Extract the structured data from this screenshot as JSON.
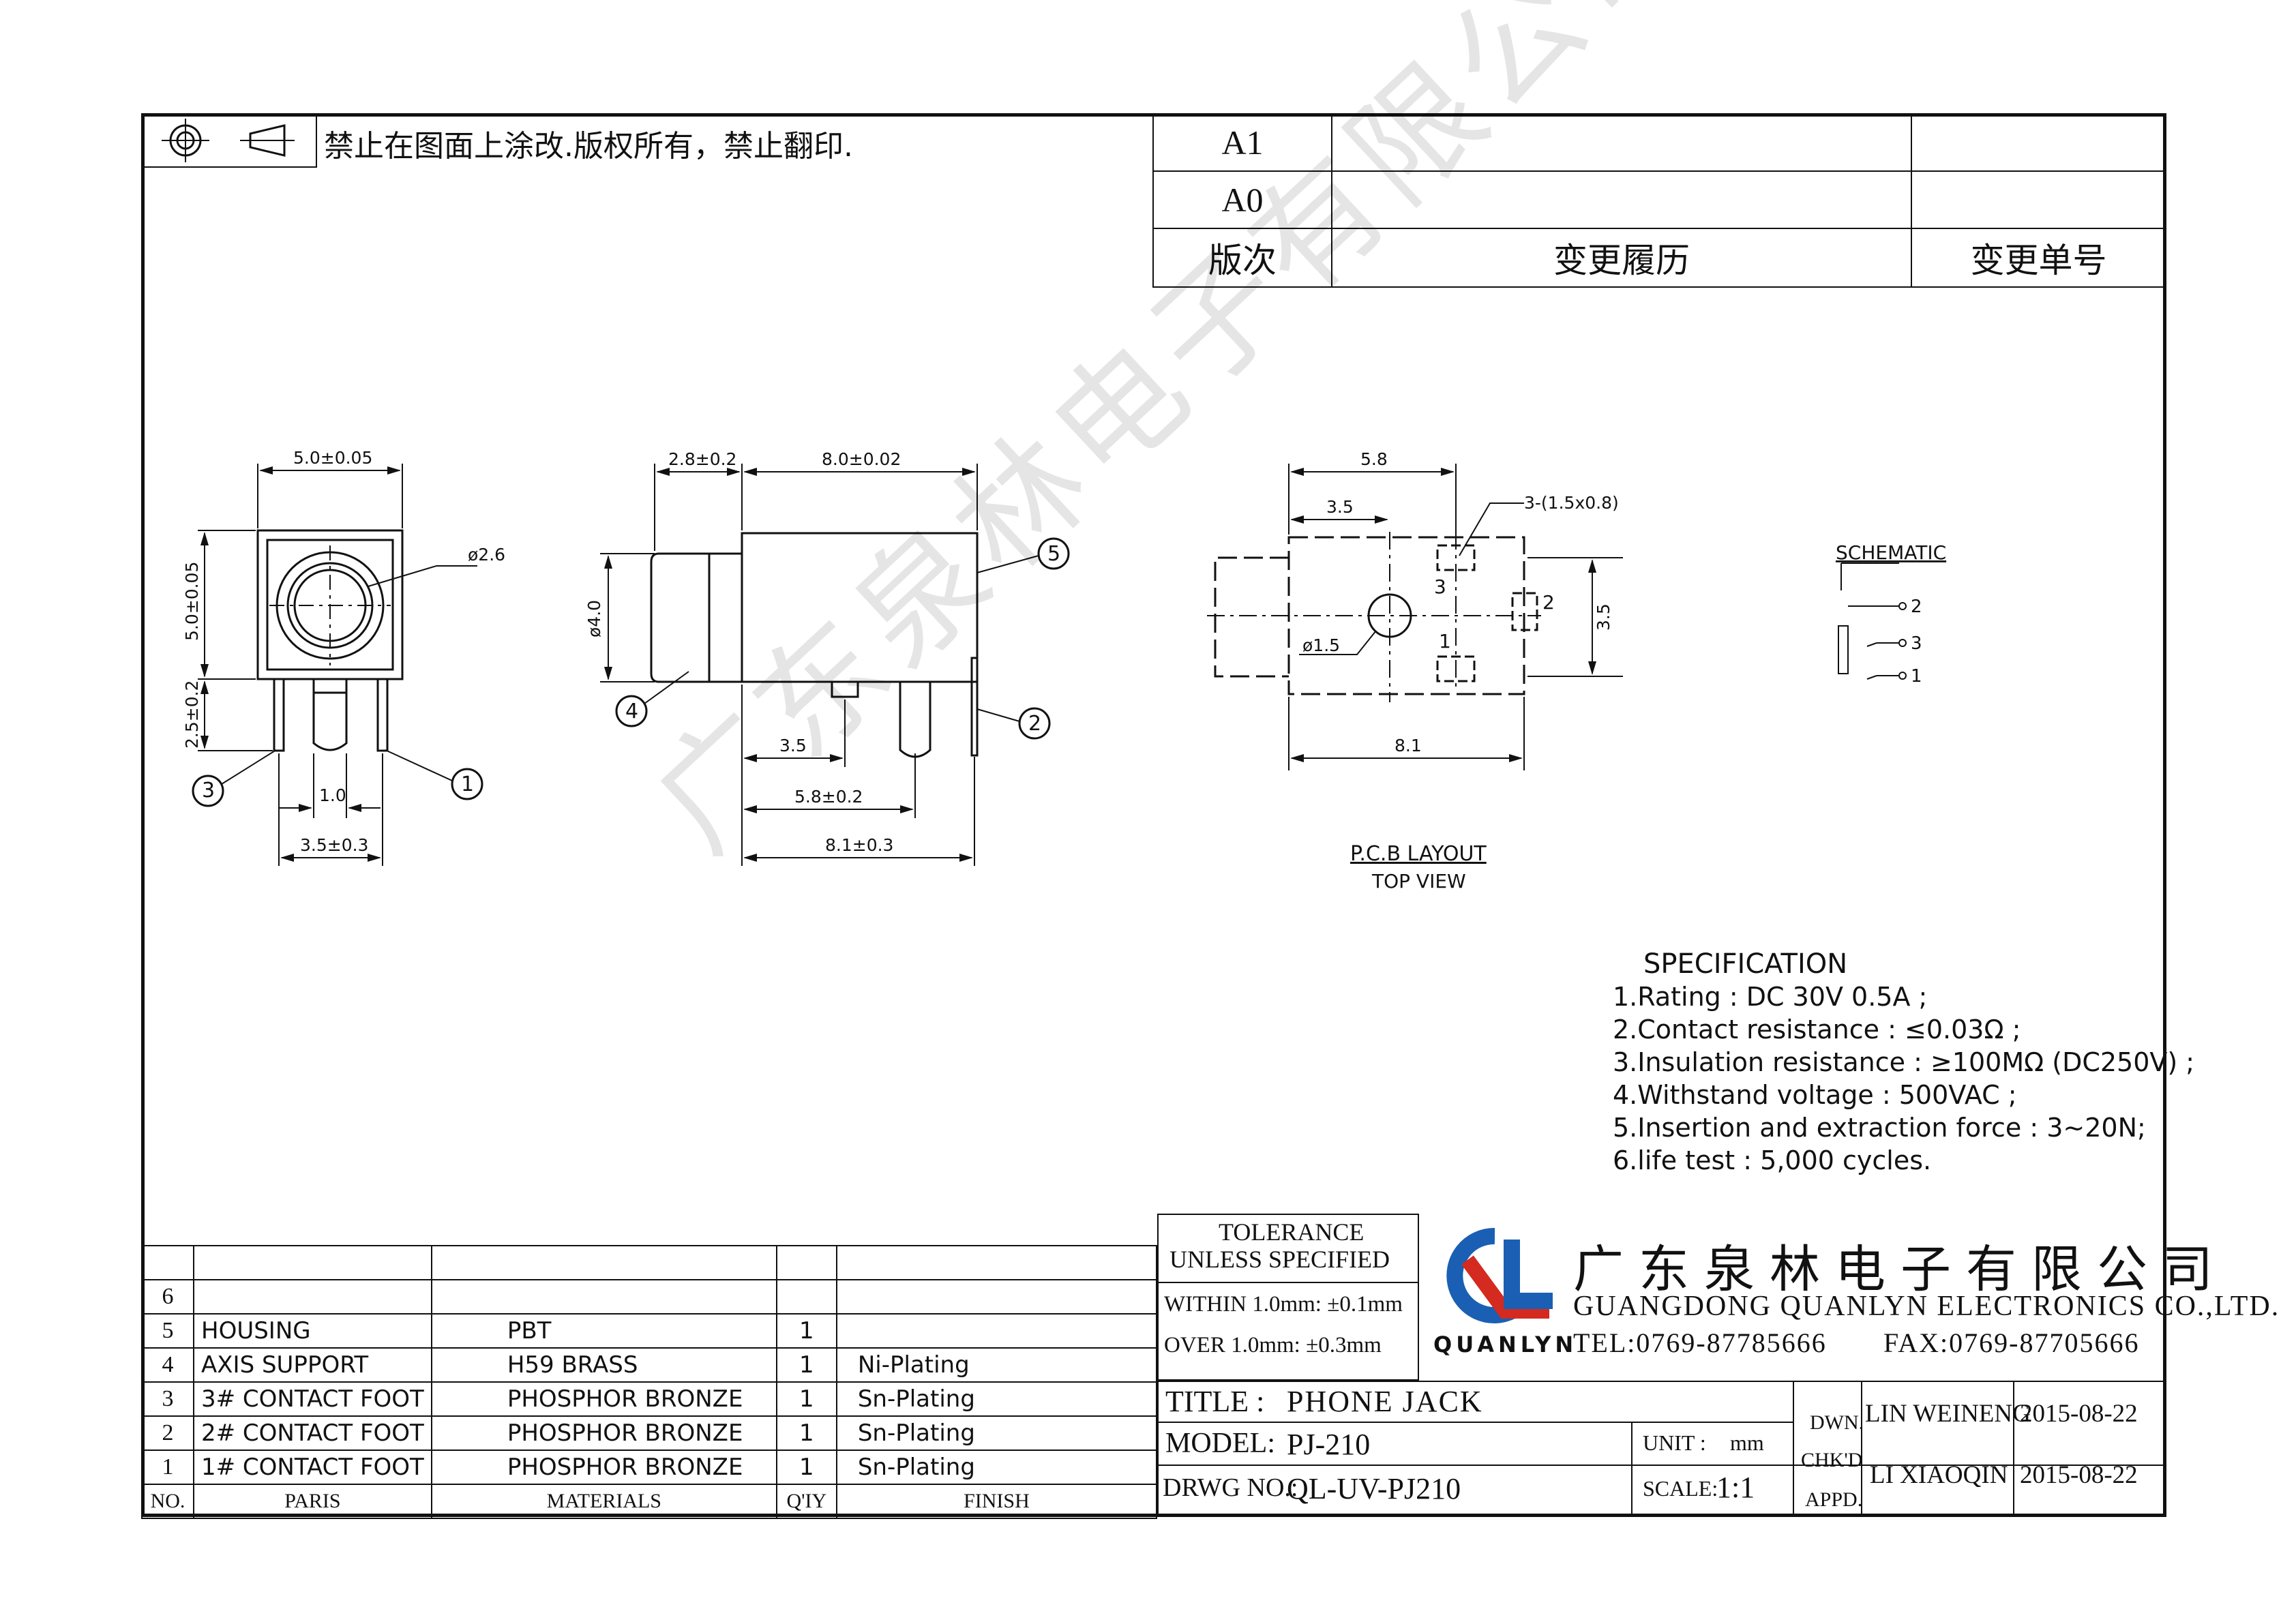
{
  "notice": "禁止在图面上涂改.版权所有，禁止翻印.",
  "revision_table": {
    "rows": [
      [
        "A1",
        "",
        ""
      ],
      [
        "A0",
        "",
        ""
      ]
    ],
    "headers": [
      "版次",
      "变更履历",
      "变更单号"
    ]
  },
  "views": {
    "front": {
      "dim_width": "5.0±0.05",
      "dim_height": "5.0±0.05",
      "dim_diameter": "ø2.6",
      "dim_leg": "2.5±0.2",
      "dim_pin_gap": "1.0",
      "dim_span": "3.5±0.3",
      "callout_left": "3",
      "callout_right": "1"
    },
    "side": {
      "dim_nose": "2.8±0.2",
      "dim_body": "8.0±0.02",
      "dim_diameter": "ø4.0",
      "dim_a": "3.5",
      "dim_b": "5.8±0.2",
      "dim_c": "8.1±0.3",
      "callout_4": "4",
      "callout_5": "5",
      "callout_2": "2"
    },
    "pcb": {
      "dim_top": "5.8",
      "dim_mid": "3.5",
      "slot": "3-(1.5x0.8)",
      "dim_hole": "ø1.5",
      "dim_right": "3.5",
      "dim_bottom": "8.1",
      "pin3": "3",
      "pin1": "1",
      "pin2": "2",
      "title": "P.C.B LAYOUT",
      "subtitle": "TOP VIEW"
    },
    "schematic": {
      "title": "SCHEMATIC",
      "pins": [
        "2",
        "3",
        "1"
      ]
    }
  },
  "specification": {
    "title": "SPECIFICATION",
    "items": [
      "1.Rating  : DC 30V 0.5A ;",
      "2.Contact resistance : ≤0.03Ω ;",
      "3.Insulation resistance : ≥100MΩ (DC250V) ;",
      "4.Withstand voltage : 500VAC  ;",
      "5.Insertion and extraction force : 3~20N;",
      "6.life test : 5,000 cycles."
    ]
  },
  "bom": {
    "rows": [
      {
        "no": "6",
        "part": "",
        "material": "",
        "qty": "",
        "finish": ""
      },
      {
        "no": "5",
        "part": "HOUSING",
        "material": "PBT",
        "qty": "1",
        "finish": ""
      },
      {
        "no": "4",
        "part": "AXIS SUPPORT",
        "material": "H59 BRASS",
        "qty": "1",
        "finish": "Ni-Plating"
      },
      {
        "no": "3",
        "part": "3# CONTACT FOOT",
        "material": "PHOSPHOR BRONZE",
        "qty": "1",
        "finish": "Sn-Plating"
      },
      {
        "no": "2",
        "part": "2# CONTACT FOOT",
        "material": "PHOSPHOR BRONZE",
        "qty": "1",
        "finish": "Sn-Plating"
      },
      {
        "no": "1",
        "part": "1# CONTACT FOOT",
        "material": "PHOSPHOR BRONZE",
        "qty": "1",
        "finish": "Sn-Plating"
      }
    ],
    "headers": {
      "no": "NO.",
      "part": "PARIS",
      "material": "MATERIALS",
      "qty": "Q'IY",
      "finish": "FINISH"
    }
  },
  "title_block": {
    "tolerance_title": "TOLERANCE",
    "tolerance_sub": "UNLESS SPECIFIED",
    "within": "WITHIN 1.0mm: ±0.1mm",
    "over": "OVER 1.0mm:   ±0.3mm",
    "logo_text": "QUANLYN",
    "company_cn": "广东泉林电子有限公司",
    "company_en": "GUANGDONG QUANLYN ELECTRONICS CO.,LTD.",
    "tel": "TEL:0769-87785666",
    "fax": "FAX:0769-87705666",
    "title_label": "TITLE :",
    "title_value": "PHONE JACK",
    "model_label": "MODEL:",
    "model_value": "PJ-210",
    "drwg_label": "DRWG NO.:",
    "drwg_value": "QL-UV-PJ210",
    "unit_label": "UNIT :",
    "unit_value": "mm",
    "scale_label": "SCALE:",
    "scale_value": "1:1",
    "dwn_label": "DWN.",
    "chkd_label": "CHK'D",
    "appd_label": "APPD.",
    "dwn_name": "LIN WEINENG",
    "dwn_date": "2015-08-22",
    "chk_name": "LI XIAOQIN",
    "chk_date": "2015-08-22"
  },
  "watermark": "广东泉林电子有限公司",
  "colors": {
    "logo_blue": "#1a5fb4",
    "logo_red": "#d42a20",
    "line": "#111111"
  }
}
